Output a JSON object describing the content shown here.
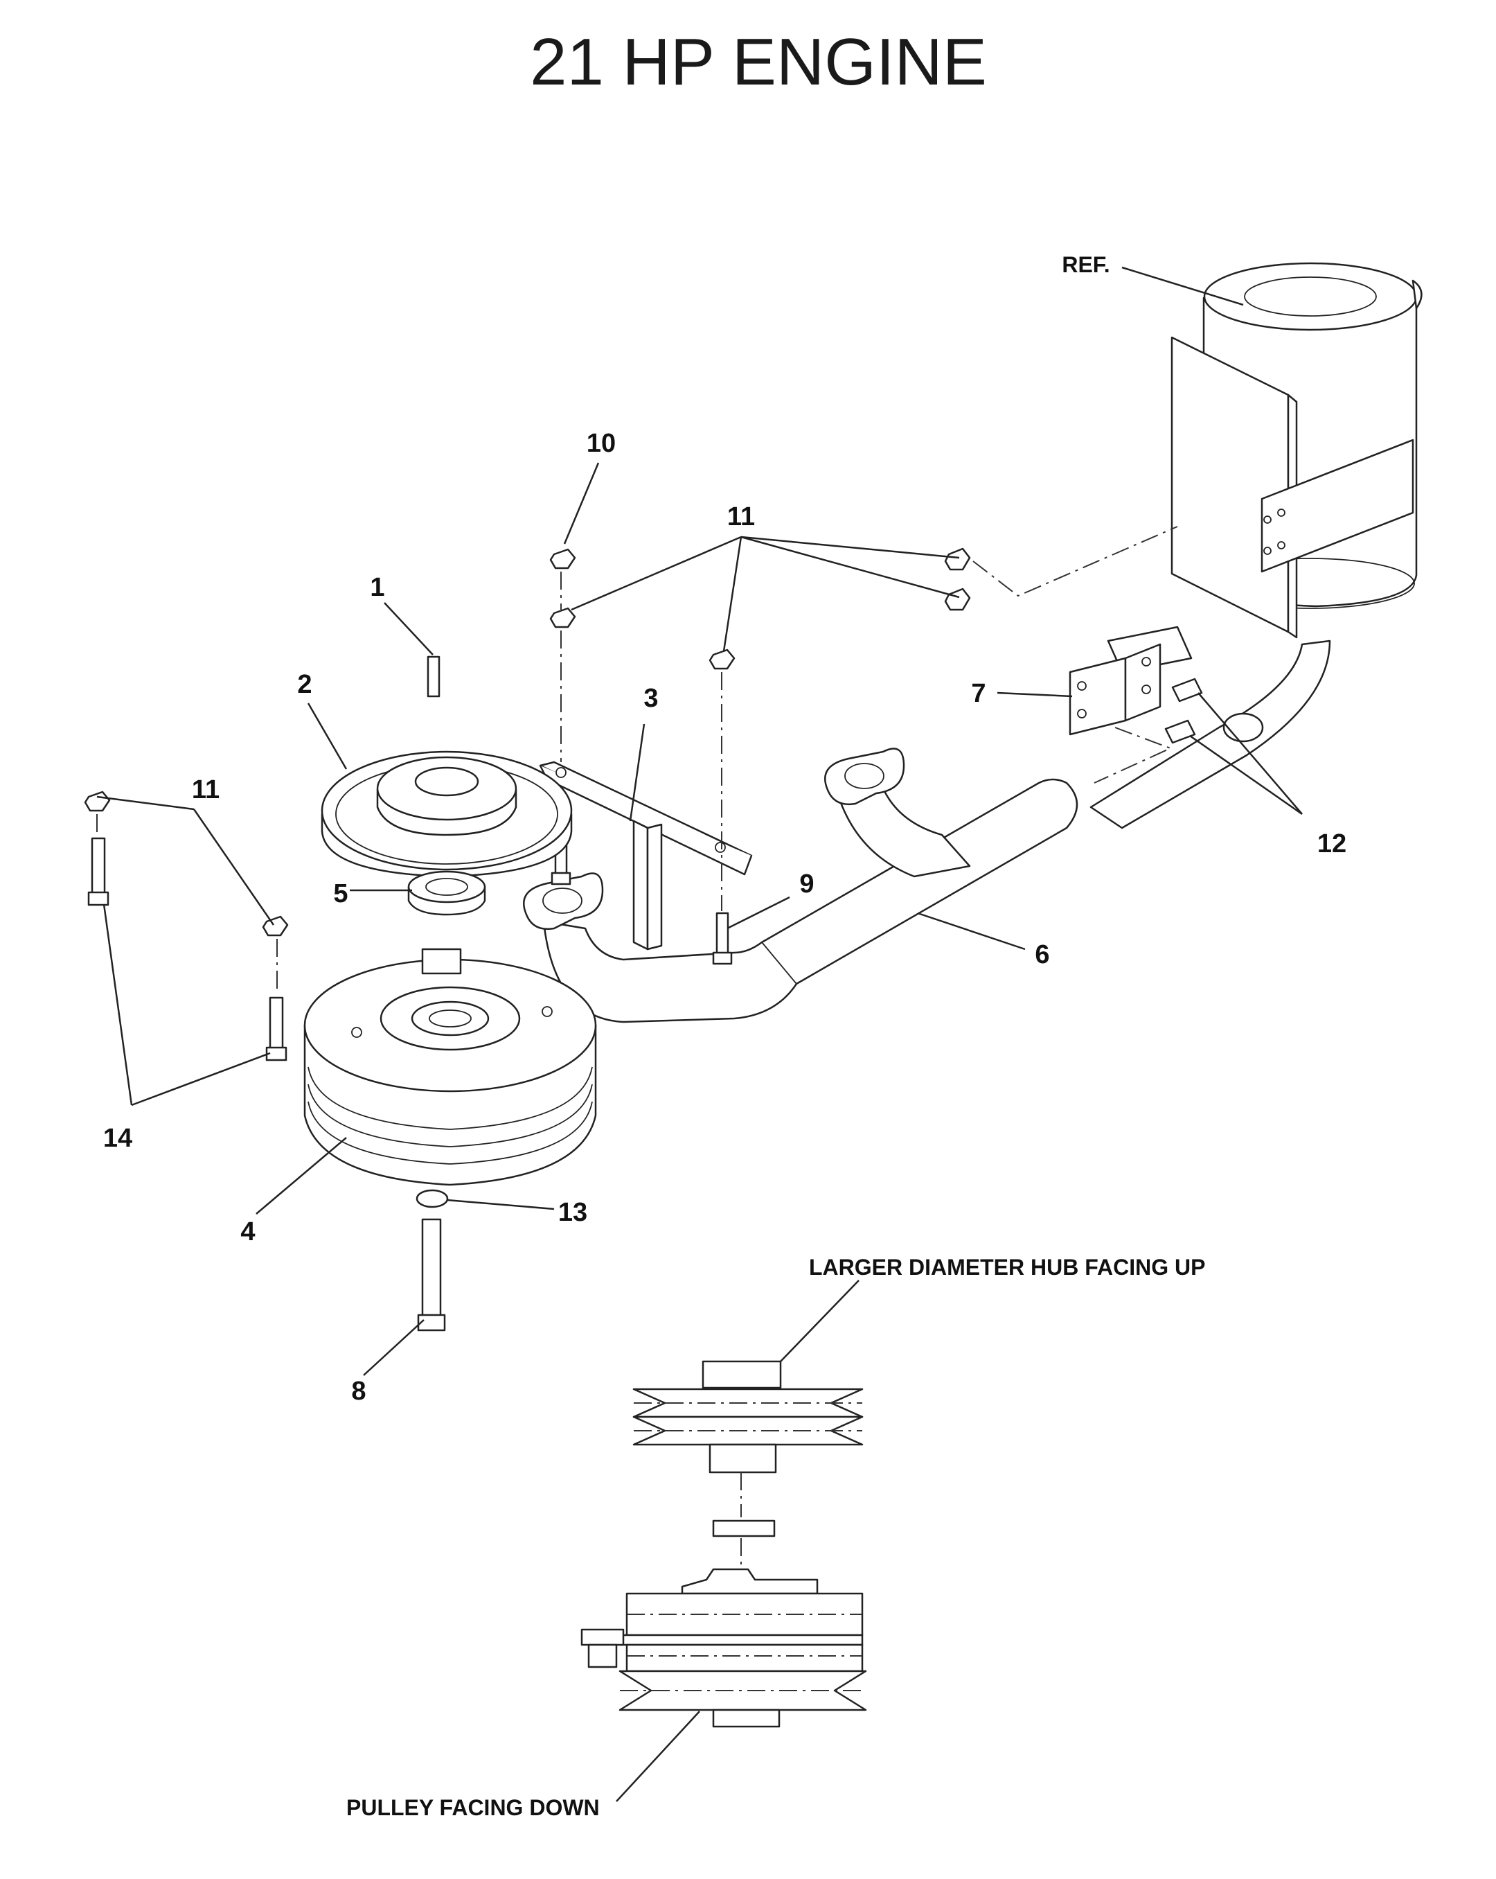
{
  "title": "21 HP ENGINE",
  "callouts": [
    "1",
    "2",
    "3",
    "4",
    "5",
    "6",
    "7",
    "8",
    "9",
    "10",
    "11",
    "11",
    "12",
    "13",
    "14"
  ],
  "notes": {
    "ref": "REF.",
    "hub_up": "LARGER DIAMETER HUB FACING UP",
    "pulley_down": "PULLEY FACING DOWN"
  }
}
